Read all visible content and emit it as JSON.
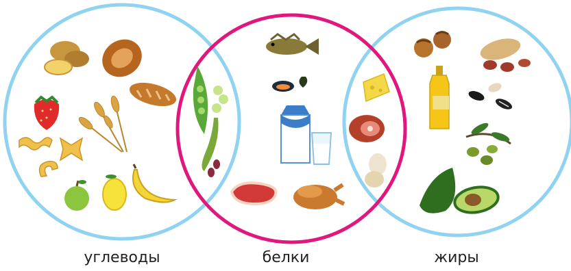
{
  "groups": [
    {
      "id": "carbs",
      "label": "углеводы",
      "color": "#8fd3f0",
      "items": [
        "potato-icon",
        "bread-loaf-icon",
        "baguette-icon",
        "strawberry-icon",
        "wheat-icon",
        "pasta-icon",
        "apple-icon",
        "lemon-icon",
        "banana-icon"
      ]
    },
    {
      "id": "proteins",
      "label": "белки",
      "color": "#e0187e",
      "items": [
        "fish-icon",
        "mussel-icon",
        "milk-carton-icon",
        "glass-of-milk-icon",
        "steak-icon",
        "roast-chicken-icon",
        "pea-pod-icon",
        "bean-pod-icon",
        "cheese-icon",
        "ham-icon",
        "eggs-icon"
      ]
    },
    {
      "id": "fats",
      "label": "жиры",
      "color": "#8fd3f0",
      "items": [
        "hazelnut-icon",
        "peanut-icon",
        "oil-bottle-icon",
        "sunflower-seed-icon",
        "olive-icon",
        "avocado-icon"
      ]
    }
  ]
}
